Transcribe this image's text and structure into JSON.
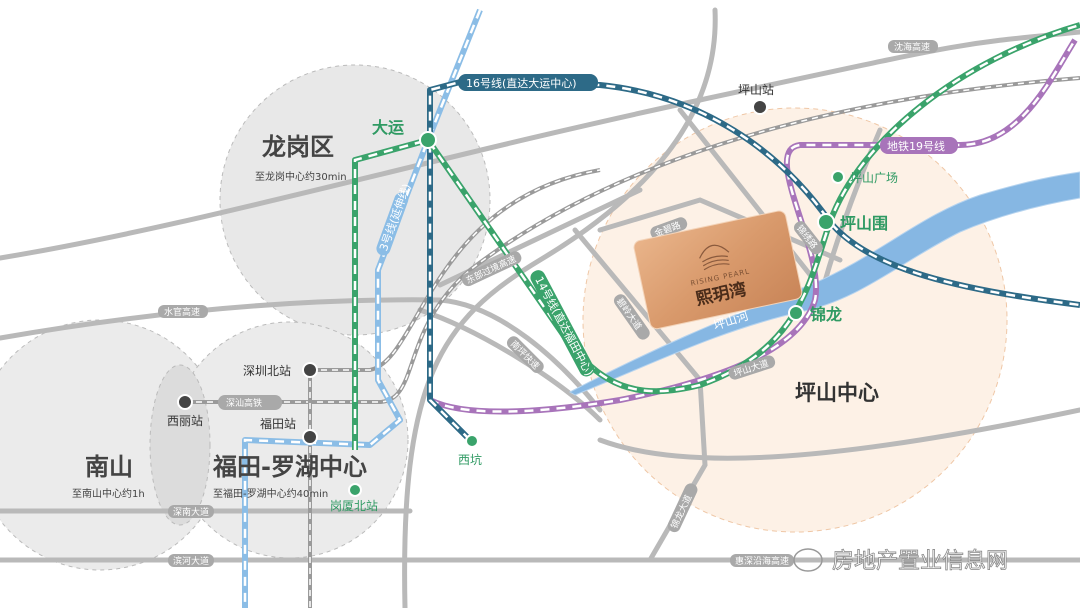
{
  "colors": {
    "line16": "#2d6a87",
    "line14": "#3aa36b",
    "line3": "#8bbde6",
    "line19": "#a874ba",
    "road": "#b9b9b9",
    "river": "#86b7e3",
    "center_zone": "#fdf1e6",
    "gray_zone": "#e8e8e8"
  },
  "zones": {
    "longgang": {
      "name": "龙岗区",
      "note": "至龙岗中心约30min"
    },
    "nanshan": {
      "name": "南山",
      "note": "至南山中心约1h"
    },
    "futian": {
      "name": "福田-罗湖中心",
      "note": "至福田-罗湖中心约40min"
    },
    "pingshan": {
      "name": "坪山中心"
    }
  },
  "metro_lines": {
    "line16": "16号线(直达大运中心)",
    "line14": "14号线(直达福田中心)",
    "line3": "3号线(延伸线)",
    "line19": "地铁19号线"
  },
  "stations": {
    "dayun": "大运",
    "pingshanwei": "坪山围",
    "jinlong": "锦龙",
    "pingshan_square": "坪山广场",
    "xikeng": "西坑",
    "gangxiabei": "岗厦北站",
    "pingshan_rail": "坪山站",
    "shenzhenbei": "深圳北站",
    "futian": "福田站",
    "xili": "西丽站"
  },
  "rail_lines": {
    "shenshan": "深汕高铁"
  },
  "roads": {
    "shenhai": "沈海高速",
    "shuiguan": "水官高速",
    "dongbu": "东部过境高速",
    "nanping": "南坪快速",
    "shennan": "深南大道",
    "binhe": "滨河大道",
    "huishen": "惠深沿海高速",
    "pingshan_ave": "坪山大道",
    "jinbi": "金碧路",
    "road_a": "锦绣路",
    "road_b": "碧岭大道",
    "road_c": "锦龙大道"
  },
  "river": "坪山河",
  "project": {
    "name": "熙玥湾",
    "en": "RISING PEARL"
  },
  "watermark": "房地产置业信息网",
  "icons": [
    "transfer-icon",
    "metro-icon",
    "rail-station-icon",
    "wechat-icon"
  ]
}
